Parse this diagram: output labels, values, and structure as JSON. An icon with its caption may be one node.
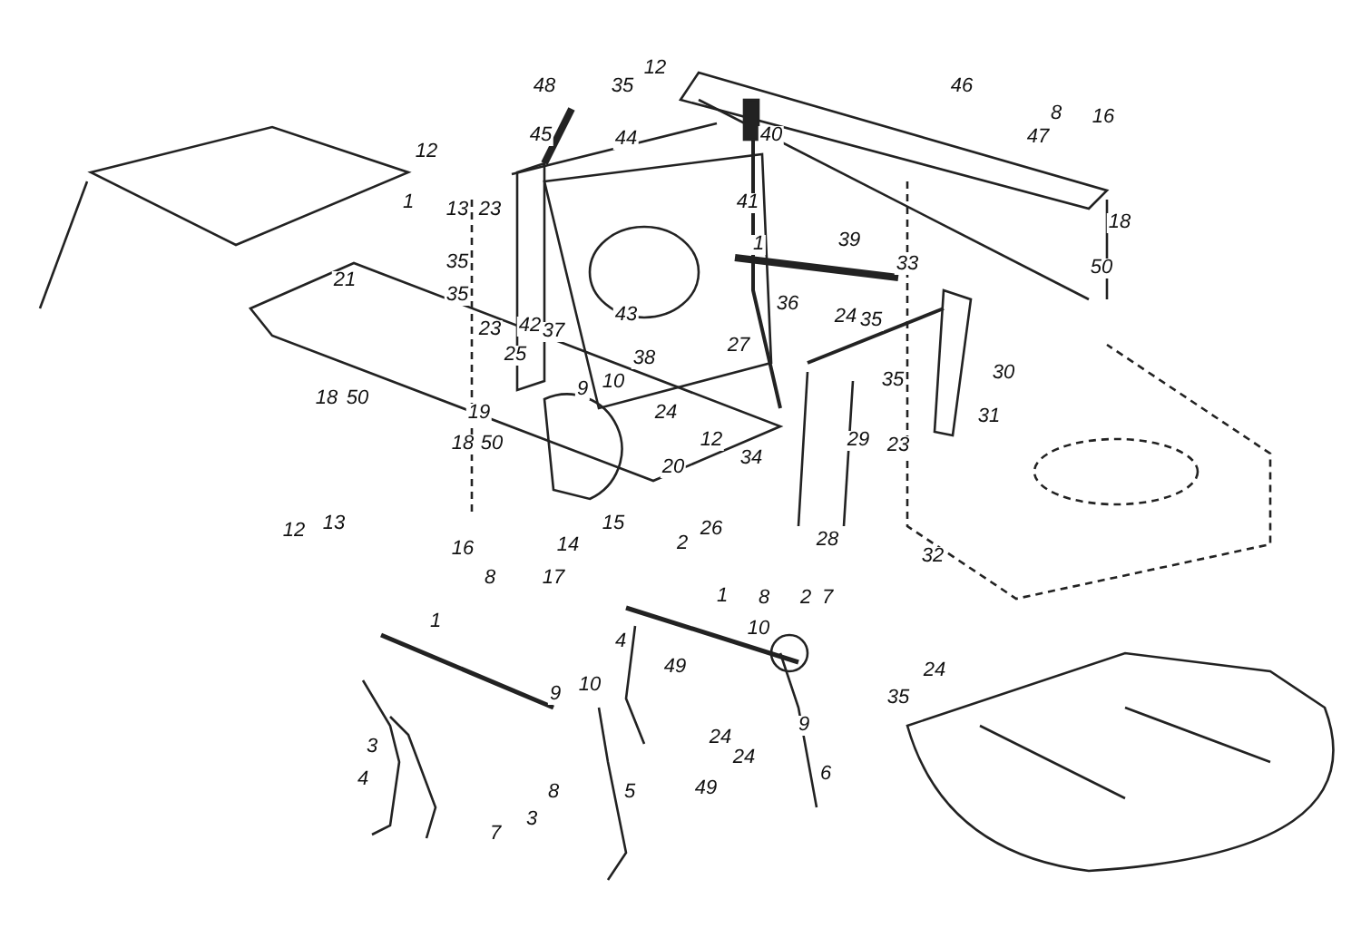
{
  "diagram": {
    "labels": [
      "12",
      "48",
      "35",
      "46",
      "8",
      "16",
      "47",
      "45",
      "40",
      "44",
      "12",
      "1",
      "41",
      "18",
      "13",
      "23",
      "1",
      "39",
      "33",
      "50",
      "35",
      "35",
      "21",
      "43",
      "36",
      "24",
      "35",
      "42",
      "23",
      "37",
      "27",
      "25",
      "38",
      "30",
      "9",
      "10",
      "35",
      "18",
      "50",
      "24",
      "31",
      "19",
      "29",
      "23",
      "18",
      "50",
      "12",
      "34",
      "20",
      "15",
      "26",
      "13",
      "12",
      "28",
      "2",
      "16",
      "14",
      "32",
      "8",
      "17",
      "1",
      "8",
      "2",
      "7",
      "1",
      "10",
      "4",
      "49",
      "24",
      "10",
      "9",
      "35",
      "9",
      "24",
      "3",
      "24",
      "6",
      "4",
      "49",
      "5",
      "8",
      "3",
      "7"
    ]
  }
}
